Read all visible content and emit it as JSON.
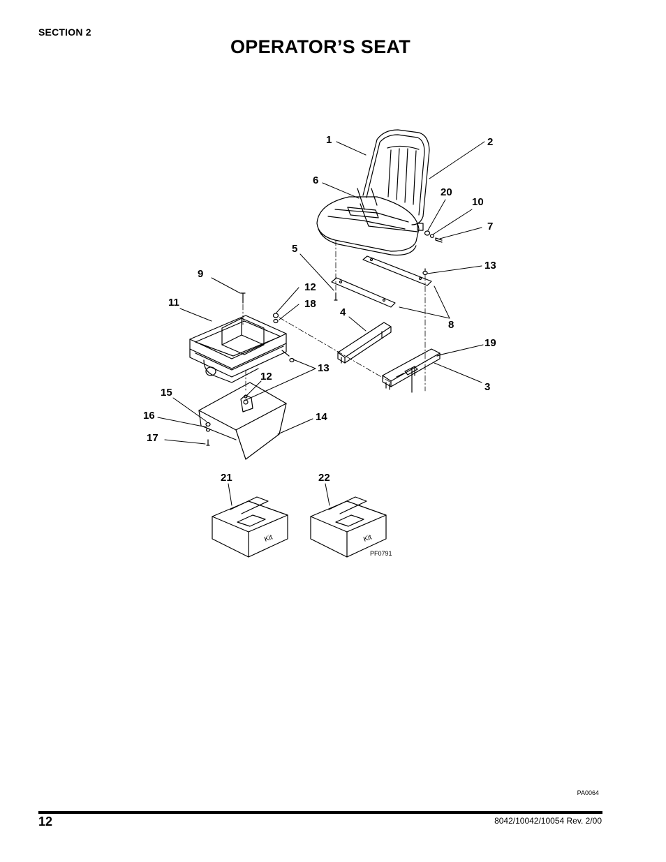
{
  "header": {
    "section": "SECTION 2",
    "title": "OPERATOR’S SEAT"
  },
  "diagram": {
    "callouts": [
      "1",
      "2",
      "6",
      "20",
      "10",
      "7",
      "5",
      "13",
      "9",
      "12",
      "18",
      "11",
      "4",
      "8",
      "19",
      "13",
      "12",
      "3",
      "15",
      "14",
      "16",
      "17",
      "21",
      "22"
    ],
    "kit_label": "Kit",
    "inner_figure_ref": "PF0791"
  },
  "footer": {
    "figure_ref": "PA0064",
    "page_number": "12",
    "doc_number": "8042/10042/10054 Rev. 2/00"
  }
}
